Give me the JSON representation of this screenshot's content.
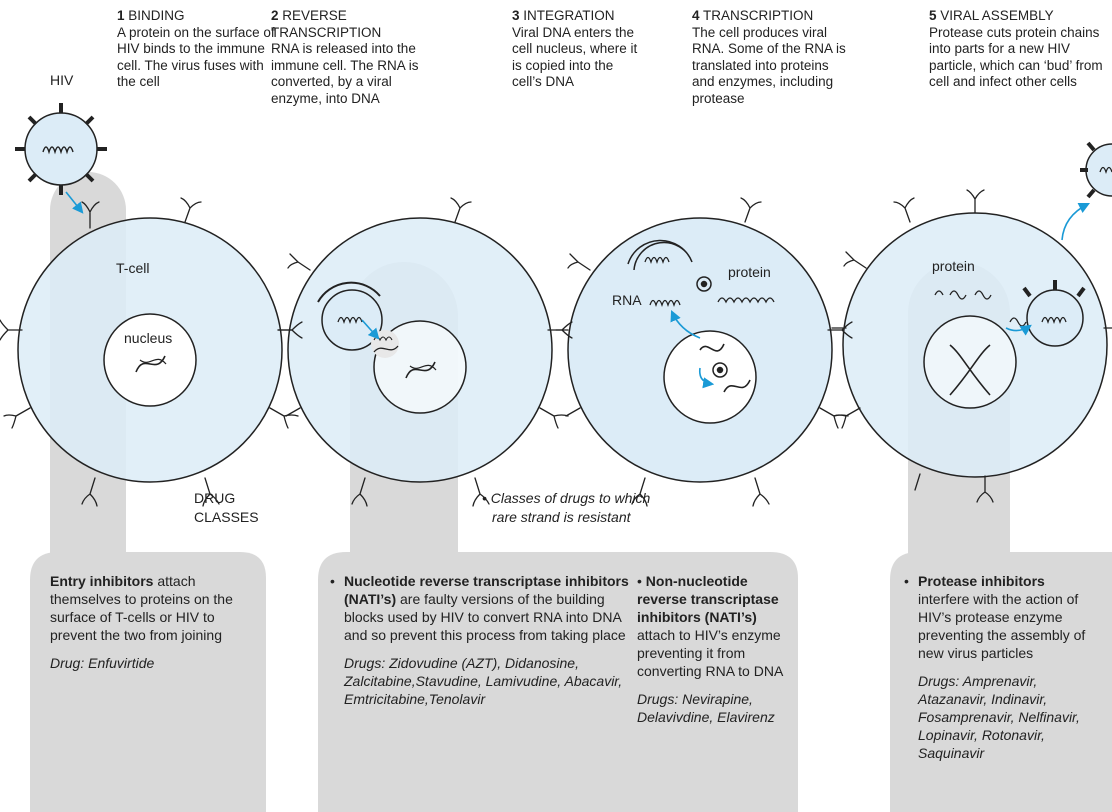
{
  "steps": [
    {
      "num": "1",
      "title": "BINDING",
      "desc": "A protein on the surface of HIV binds to the immune cell. The virus fuses with the cell"
    },
    {
      "num": "2",
      "title": "REVERSE TRANSCRIPTION",
      "desc": "RNA is released into the immune cell. The RNA is converted, by a viral enzyme, into DNA"
    },
    {
      "num": "3",
      "title": "INTEGRATION",
      "desc": "Viral DNA enters the cell nucleus, where it is copied into the cell’s DNA"
    },
    {
      "num": "4",
      "title": "TRANSCRIPTION",
      "desc": "The cell produces viral RNA. Some of the RNA is translated into proteins and enzymes, including protease"
    },
    {
      "num": "5",
      "title": "VIRAL ASSEMBLY",
      "desc": "Protease cuts protein chains into parts for a new HIV particle, which can ‘bud’ from cell and infect other cells"
    }
  ],
  "labels": {
    "hiv": "HIV",
    "tcell": "T-cell",
    "nucleus": "nucleus",
    "rna": "RNA",
    "protein4": "protein",
    "protein5": "protein",
    "drug_classes_1": "DRUG",
    "drug_classes_2": "CLASSES",
    "resistant_1": "• Classes of drugs to which",
    "resistant_2": "rare strand is resistant"
  },
  "panels": {
    "entry": {
      "bold": "Entry inhibitors",
      "text": " attach themselves to proteins on the surface of T-cells or HIV to prevent the two from joining",
      "drugs": "Drug: Enfuvirtide"
    },
    "nrti": {
      "bold": "Nucleotide reverse transcriptase inhibitors (NATI’s)",
      "text": "are faulty versions of the building blocks used by HIV to convert RNA into DNA and so prevent this process from taking place",
      "drugs": "Drugs: Zidovudine (AZT), Didanosine, Zalcitabine,Stavudine, Lamivudine, Abacavir, Emtricitabine,Tenolavir"
    },
    "nnrti": {
      "bold": "Non-nucleotide reverse transcriptase inhibitors (NATI’s)",
      "text": "attach to HIV’s enzyme preventing it from converting RNA to DNA",
      "drugs": "Drugs: Nevirapine, Delavivdine, Elavirenz"
    },
    "protease": {
      "bold": "Protease inhibitors",
      "text": "interfere with the action of HIV’s protease enzyme preventing the assembly of new virus particles",
      "drugs": "Drugs: Amprenavir, Atazanavir, Indinavir, Fosamprenavir, Nelfinavir, Lopinavir, Rotonavir, Saquinavir"
    }
  },
  "colors": {
    "cell_fill": "#dcecf7",
    "band_fill": "#d9d9d9",
    "arrow": "#1a9ad6",
    "line": "#222222"
  }
}
